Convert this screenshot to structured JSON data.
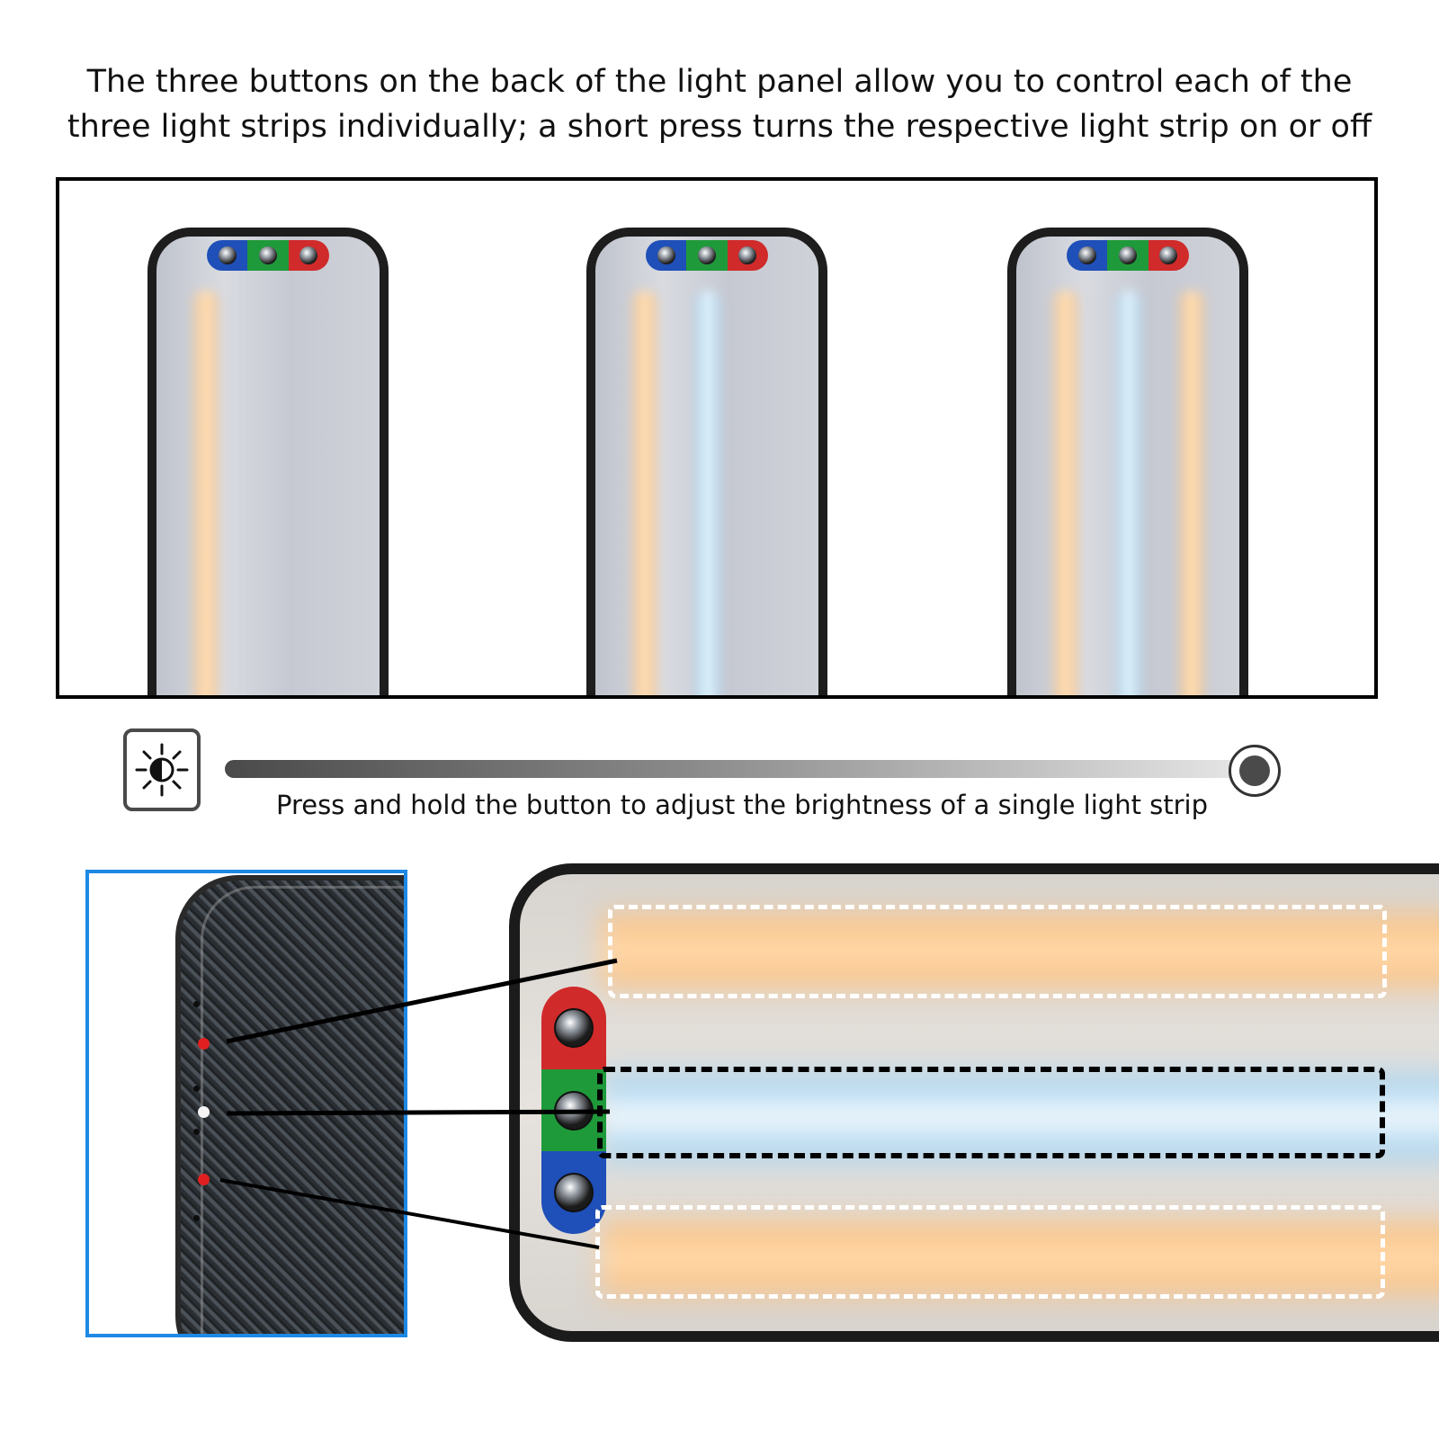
{
  "headline": {
    "line1": "The three buttons on the back of the light panel allow you to control each of the",
    "line2": "three light strips individually; a short press turns the respective light strip on or off"
  },
  "colors": {
    "warm_light": "#ffc98a",
    "cool_light": "#ffffff",
    "button_blue": "#1f4fb8",
    "button_green": "#1f9a3a",
    "button_red": "#d02a2a",
    "inset_border": "#1e88e5",
    "indicator_red": "#e02020",
    "indicator_white": "#f4f4f4"
  },
  "panels": [
    {
      "strips": [
        "warm",
        "off",
        "off"
      ]
    },
    {
      "strips": [
        "warm",
        "cool",
        "off"
      ]
    },
    {
      "strips": [
        "warm",
        "cool",
        "warm"
      ]
    }
  ],
  "brightness": {
    "icon": "brightness-icon",
    "level_percent": 100,
    "caption": "Press and hold the button to adjust the brightness of a single light strip"
  },
  "back_indicators": [
    "red",
    "white",
    "red"
  ],
  "front_strips": [
    "warm",
    "cool",
    "warm"
  ]
}
